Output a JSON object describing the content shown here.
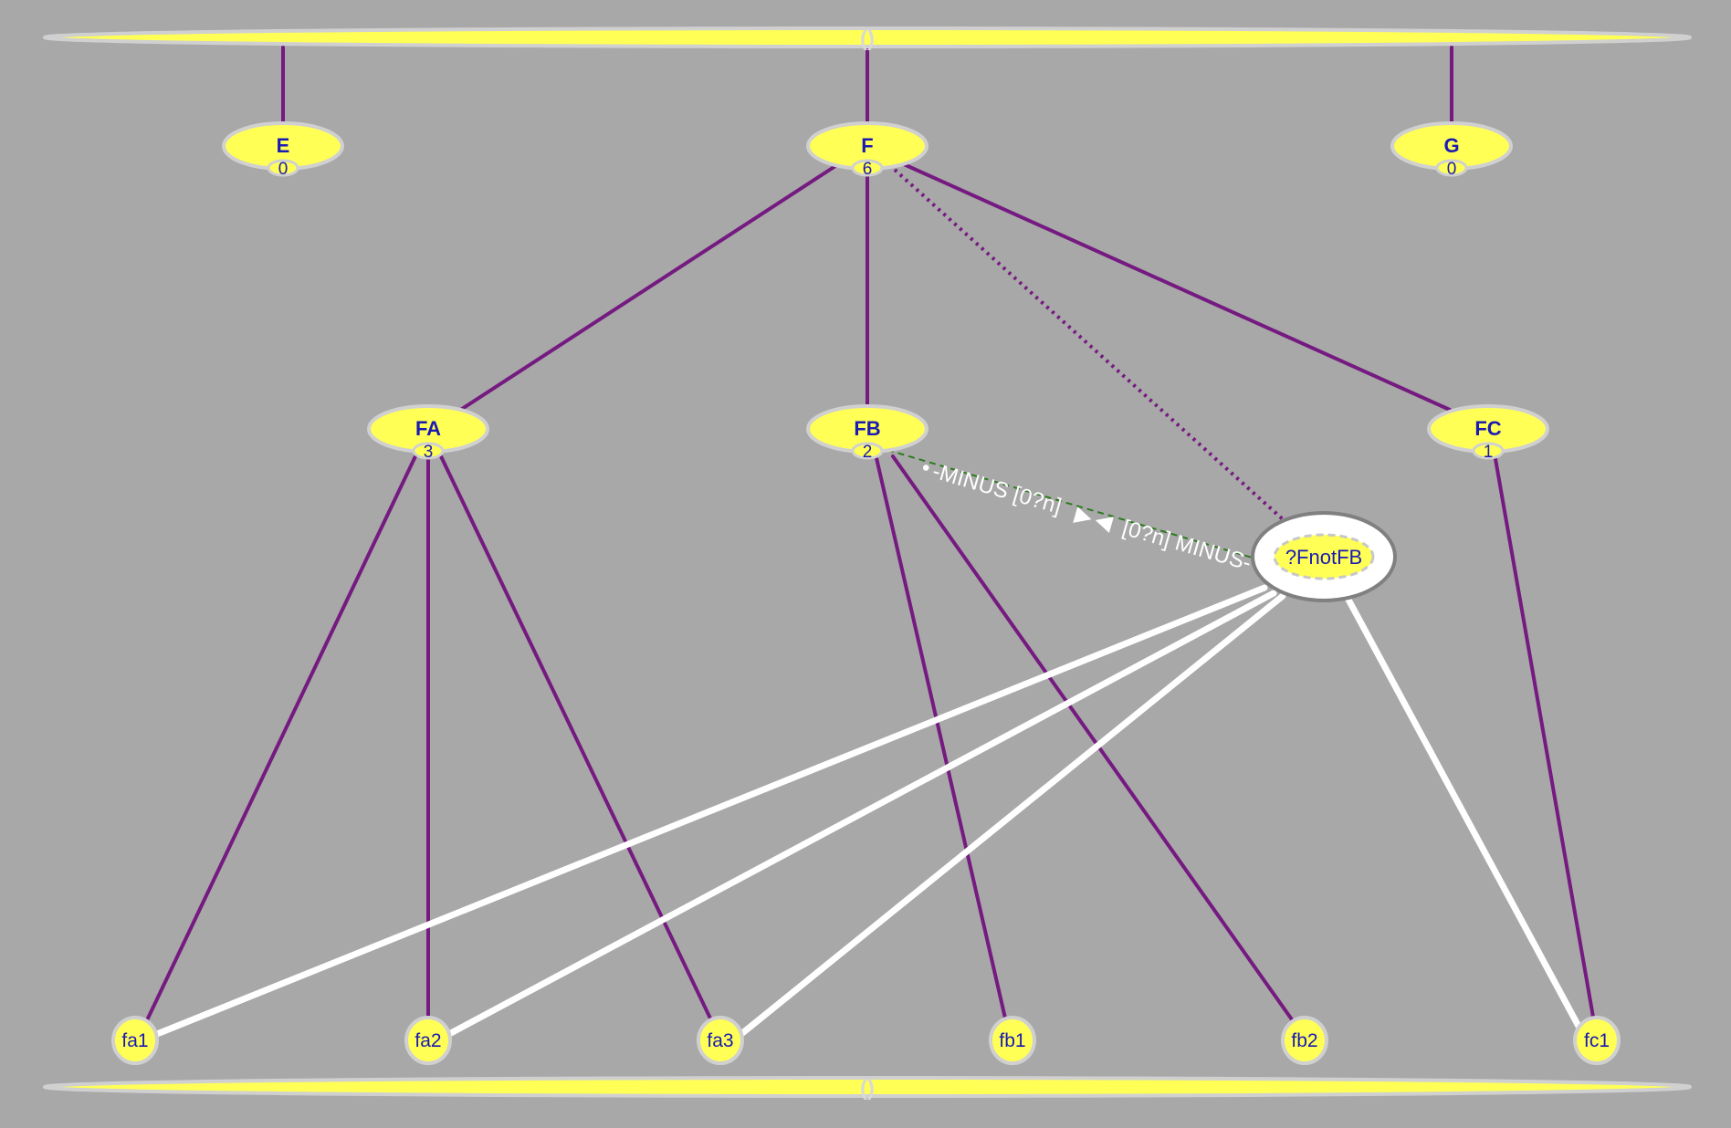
{
  "top_bar": {
    "label": "()"
  },
  "bottom_bar": {
    "label": "()"
  },
  "nodes": {
    "E": {
      "name": "E",
      "count": "0"
    },
    "F": {
      "name": "F",
      "count": "6"
    },
    "G": {
      "name": "G",
      "count": "0"
    },
    "FA": {
      "name": "FA",
      "count": "3"
    },
    "FB": {
      "name": "FB",
      "count": "2"
    },
    "FC": {
      "name": "FC",
      "count": "1"
    }
  },
  "leaves": {
    "fa1": "fa1",
    "fa2": "fa2",
    "fa3": "fa3",
    "fb1": "fb1",
    "fb2": "fb2",
    "fc1": "fc1"
  },
  "variable": {
    "name": "?FnotFB"
  },
  "minus_edge": {
    "label_left": "-MINUS [0?n]",
    "label_right": "[0?n] MINUS-",
    "marker_left": "•",
    "arrow_right": "▶",
    "arrow_left": "◀"
  },
  "colors": {
    "background": "#a8a8a8",
    "node_fill": "#ffff55",
    "node_stroke": "#d0d0d0",
    "edge": "#751a80",
    "minus_edge": "#2d7a1e",
    "variable_fill": "#ffffff",
    "variable_stroke": "#808080",
    "match_edge": "#ffffff",
    "text": "#1a1ab4"
  }
}
